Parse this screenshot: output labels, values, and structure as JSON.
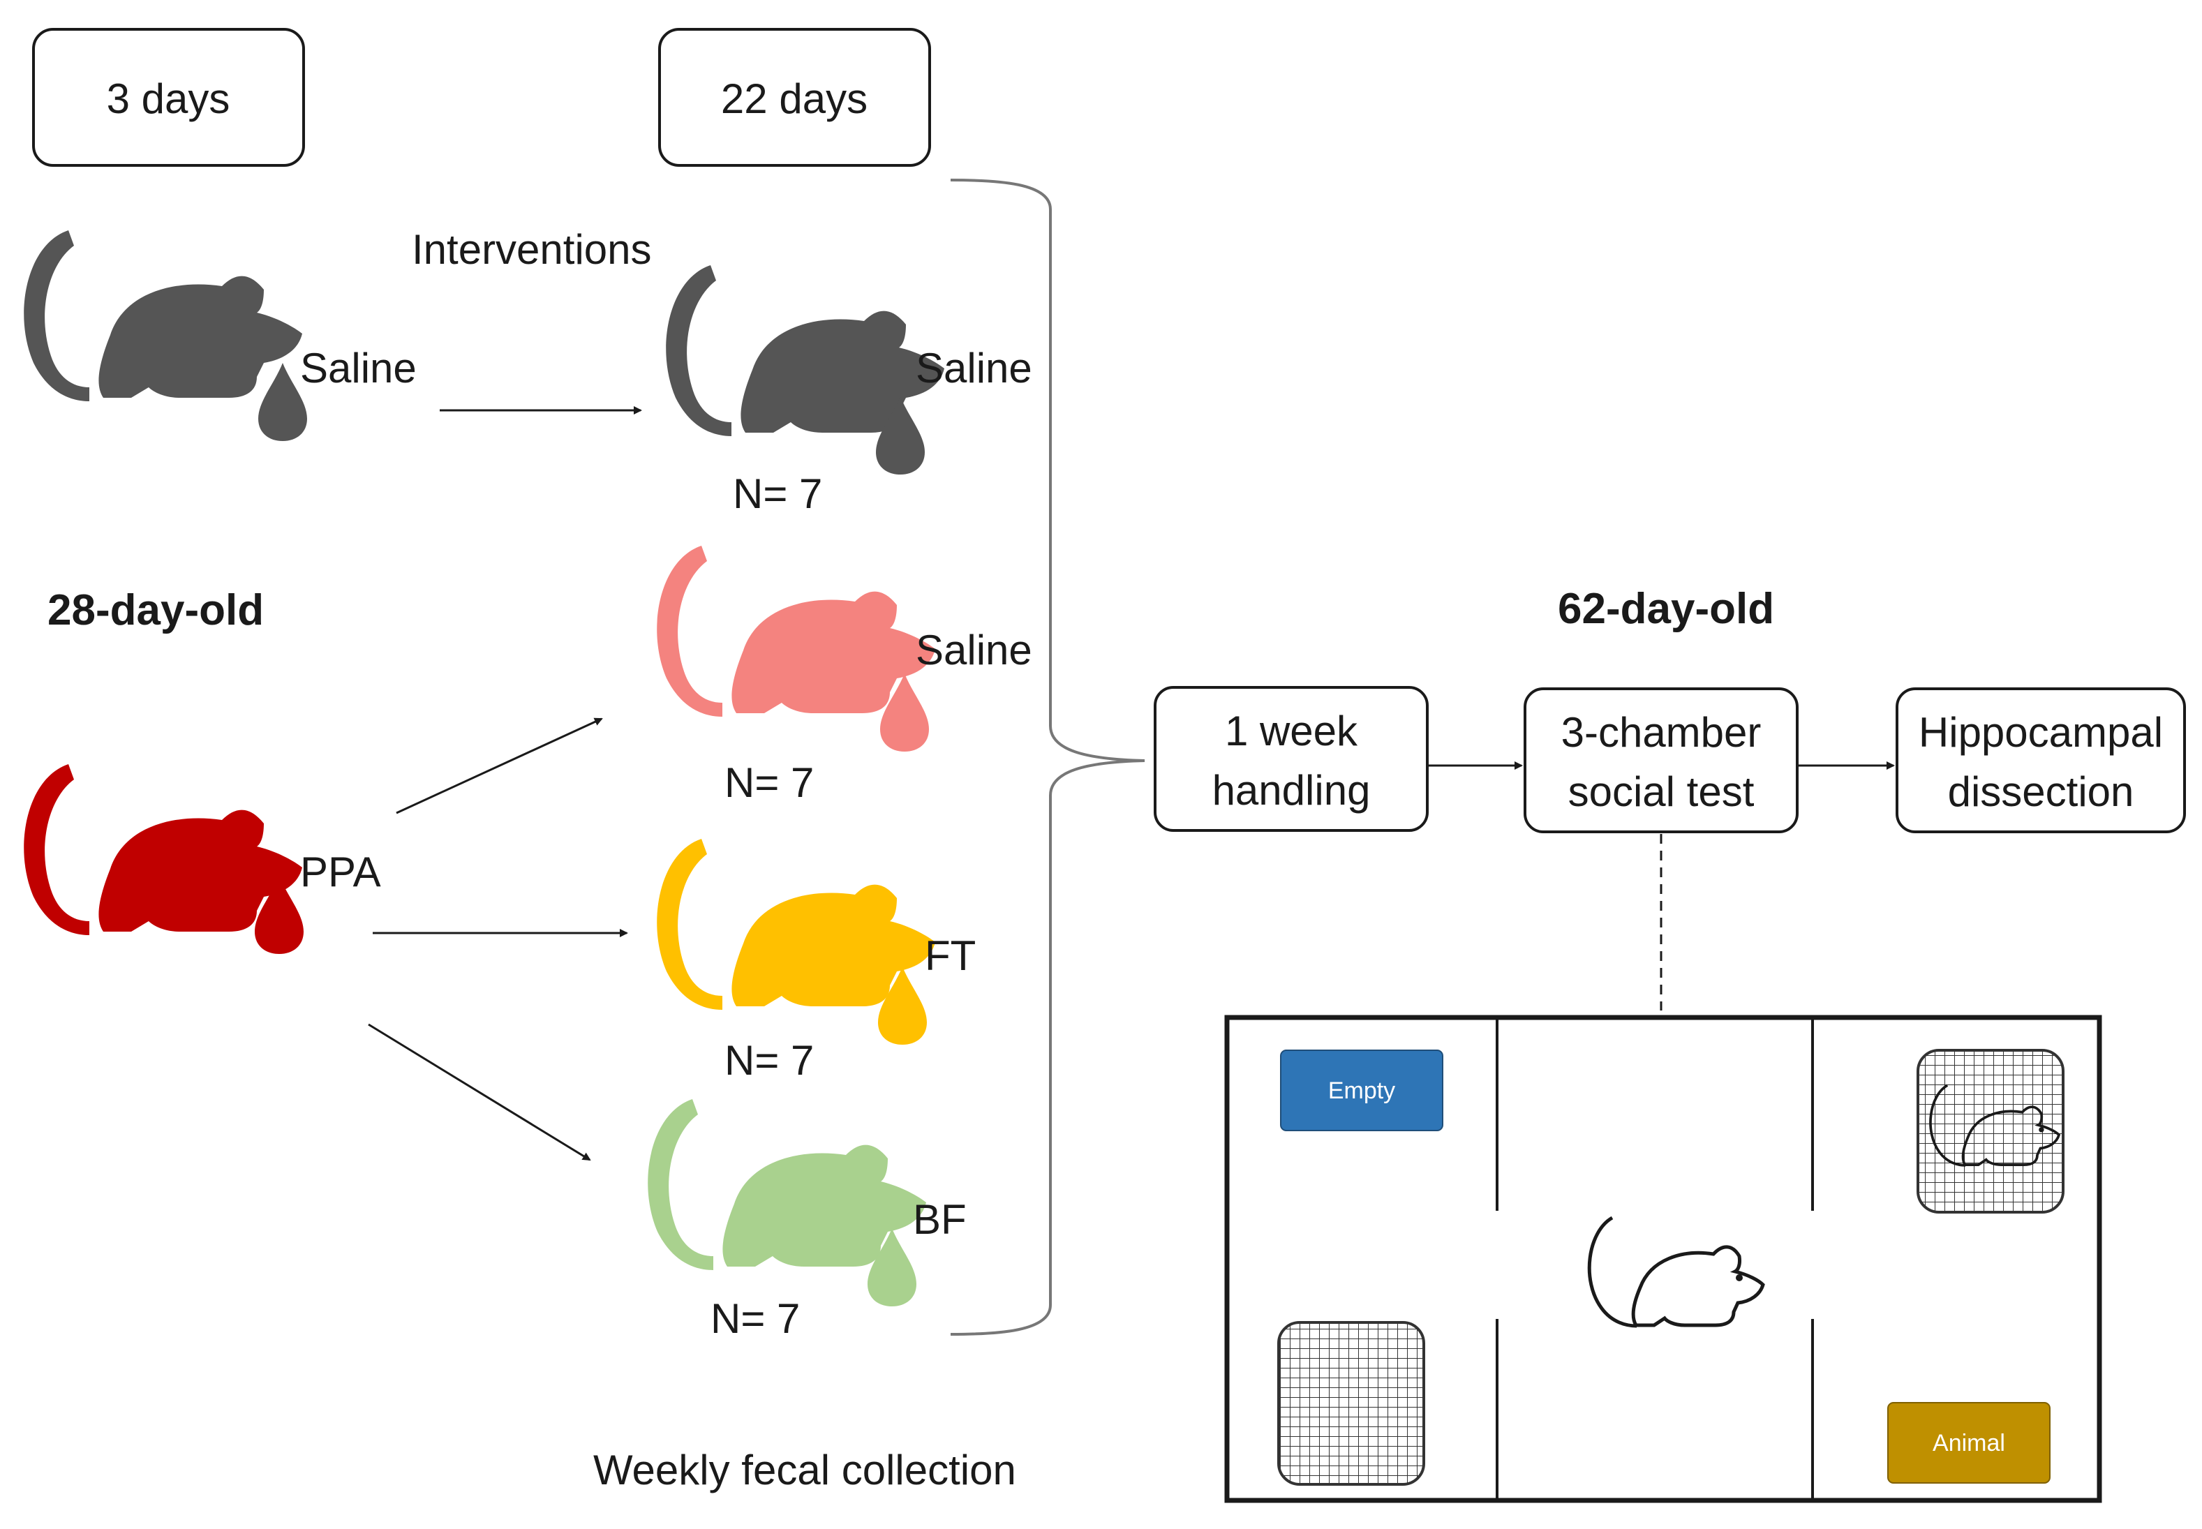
{
  "timeline": {
    "period_1": "3 days",
    "period_2": "22 days"
  },
  "labels": {
    "interventions": "Interventions",
    "age_start": "28-day-old",
    "age_end": "62-day-old",
    "fecal": "Weekly fecal collection"
  },
  "left_groups": {
    "saline": {
      "label": "Saline",
      "color": "#555555",
      "icon": "rat-icon"
    },
    "ppa": {
      "label": "PPA",
      "color": "#c00000",
      "icon": "rat-icon"
    }
  },
  "right_groups": [
    {
      "label": "Saline",
      "n": "N= 7",
      "color": "#555555",
      "icon": "rat-icon"
    },
    {
      "label": "Saline",
      "n": "N= 7",
      "color": "#f4837f",
      "icon": "rat-icon"
    },
    {
      "label": "FT",
      "n": "N= 7",
      "color": "#ffc000",
      "icon": "rat-icon"
    },
    {
      "label": "BF",
      "n": "N= 7",
      "color": "#a9d18e",
      "icon": "rat-icon"
    }
  ],
  "steps": {
    "handling": {
      "line1": "1 week",
      "line2": "handling"
    },
    "social": {
      "line1": "3-chamber",
      "line2": "social test"
    },
    "dissection": {
      "line1": "Hippocampal",
      "line2": "dissection"
    }
  },
  "chamber": {
    "empty": {
      "label": "Empty",
      "color": "#2e75b6"
    },
    "animal": {
      "label": "Animal",
      "color": "#bf9000"
    }
  }
}
